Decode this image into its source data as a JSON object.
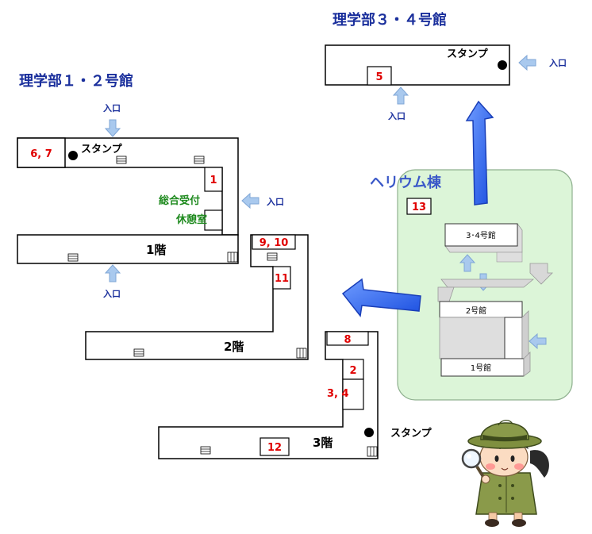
{
  "titles": {
    "building12": "理学部１・２号館",
    "building34": "理学部３・４号館",
    "helium": "ヘリウム棟"
  },
  "labels": {
    "stamp": "スタンプ",
    "entrance": "入口",
    "reception": "総合受付",
    "lounge": "休憩室",
    "floor1": "1階",
    "floor2": "2階",
    "floor3": "3階"
  },
  "rooms": {
    "r1": "1",
    "r2": "2",
    "r3_4": "3, 4",
    "r5": "5",
    "r6_7": "6, 7",
    "r8": "8",
    "r9_10": "9, 10",
    "r11": "11",
    "r12": "12",
    "r13": "13"
  },
  "minimap": {
    "bldg34": "3･4号館",
    "bldg2": "2号館",
    "bldg1": "1号館"
  },
  "colors": {
    "title": "#1a2f9c",
    "room_number": "#e00000",
    "reception": "#1e8a1e",
    "big_arrow": "#1f5cf0",
    "small_arrow": "#a9c9ee",
    "helium_area": "#dcf5d8"
  }
}
